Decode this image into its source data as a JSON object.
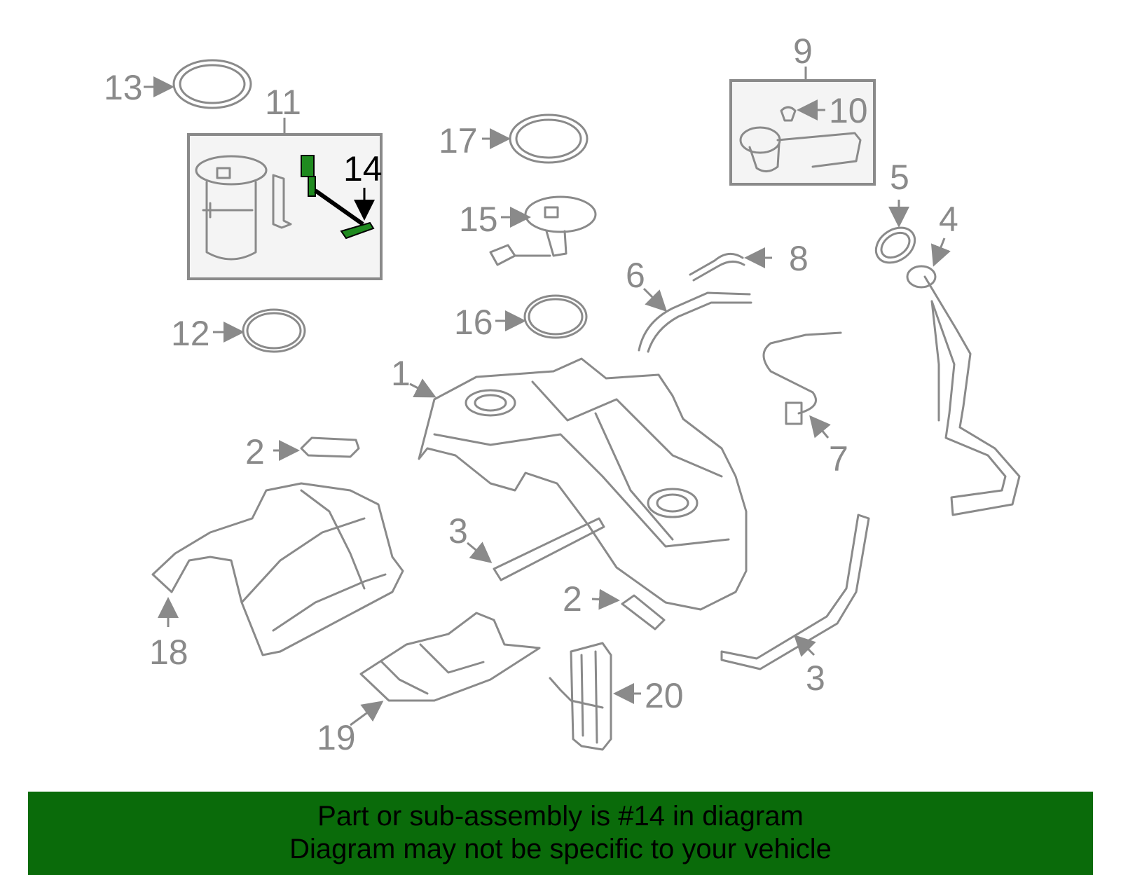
{
  "callouts": {
    "c1": "1",
    "c2a": "2",
    "c2b": "2",
    "c3a": "3",
    "c3b": "3",
    "c4": "4",
    "c5": "5",
    "c6": "6",
    "c7": "7",
    "c8": "8",
    "c9": "9",
    "c10": "10",
    "c11": "11",
    "c12": "12",
    "c13": "13",
    "c14": "14",
    "c15": "15",
    "c16": "16",
    "c17": "17",
    "c18": "18",
    "c19": "19",
    "c20": "20"
  },
  "highlight_part": "14",
  "colors": {
    "line": "#8a8a8a",
    "highlight": "#1f8a1f",
    "banner": "#0a6b0a",
    "box_fill": "#f4f4f4"
  },
  "banner": {
    "line1": "Part or sub-assembly is #14 in diagram",
    "line2": "Diagram may not be specific to your vehicle"
  }
}
